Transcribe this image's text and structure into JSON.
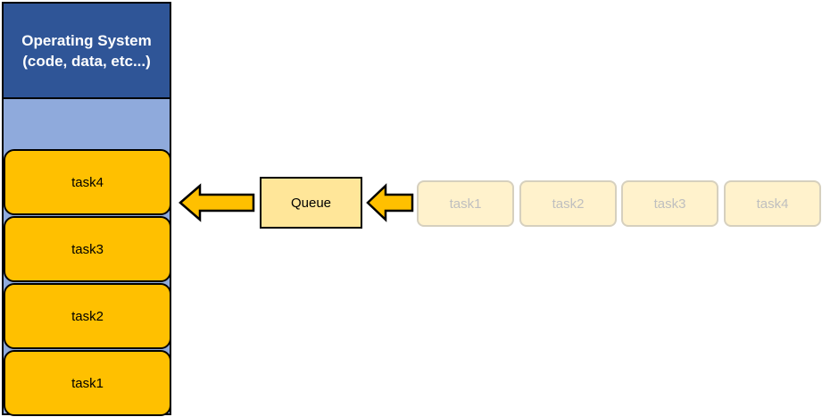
{
  "memory": {
    "os_label_line1": "Operating System",
    "os_label_line2": "(code, data, etc...)",
    "stack": [
      "task4",
      "task3",
      "task2",
      "task1"
    ]
  },
  "queue": {
    "label": "Queue"
  },
  "incoming": [
    "task1",
    "task2",
    "task3",
    "task4"
  ],
  "colors": {
    "os_block": "#2f5597",
    "free_memory": "#8faadc",
    "task": "#ffc000",
    "queue": "#ffe699",
    "pending_task": "#fff2cc",
    "arrow": "#ffc000"
  }
}
